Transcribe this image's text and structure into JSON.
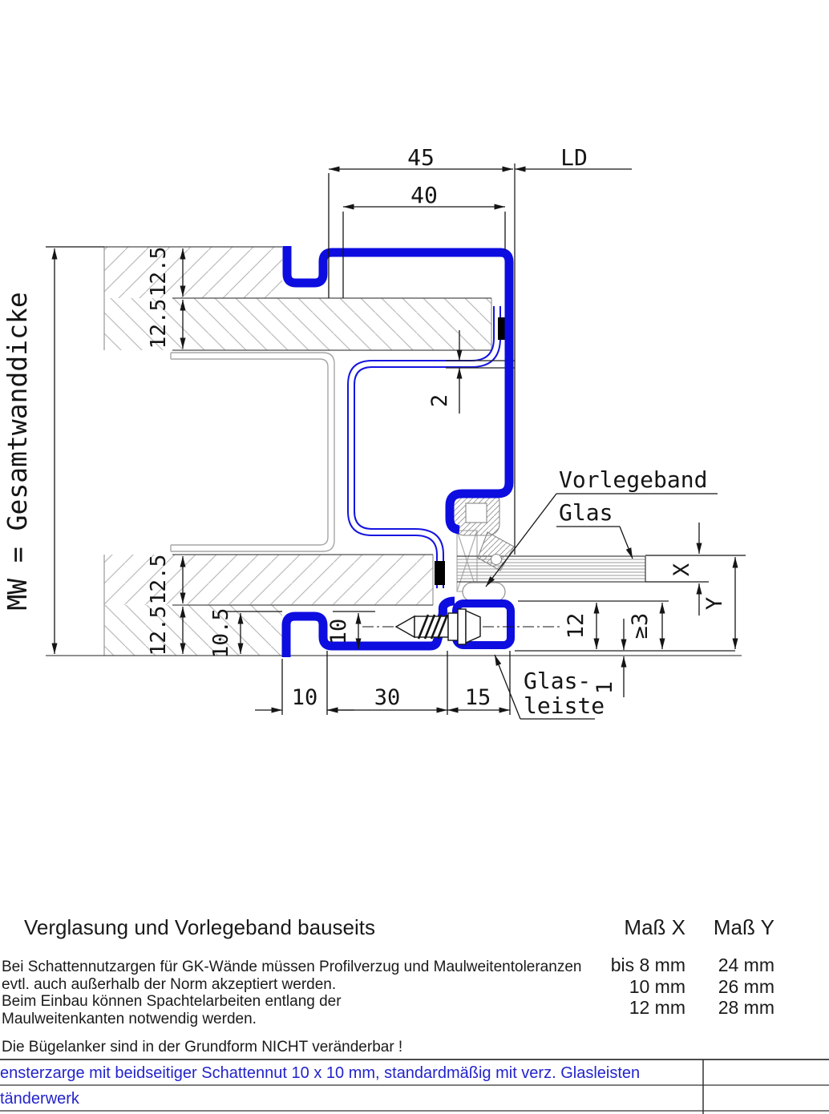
{
  "colors": {
    "profile_blue": "#0d0de0",
    "thin_blue": "#1515e0",
    "line_black": "#151515",
    "hatch_gray": "#bbbbbb",
    "table_text_blue": "#2323cc"
  },
  "dims": {
    "w45": "45",
    "w40": "40",
    "ld": "LD",
    "mw": "MW = Gesamtwanddicke",
    "wall": "12.5",
    "sheet": "2",
    "h105": "10.5",
    "step10": "10",
    "groove10": "10",
    "mid30": "30",
    "bead15": "15",
    "bead12": "12",
    "ge3": "≥3",
    "off1": "1",
    "glass_x": "X",
    "rebate_y": "Y"
  },
  "labels": {
    "vorlegeband": "Vorlegeband",
    "glas": "Glas",
    "glasleiste_line1": "Glas-",
    "glasleiste_line2": "leiste"
  },
  "notes": {
    "heading": "Verglasung und Vorlegeband bauseits",
    "col_x": "Maß X",
    "col_y": "Maß Y",
    "lines": [
      "Bei Schattennutzargen für GK-Wände müssen Profilverzug und Maulweitentoleranzen",
      "evtl. auch außerhalb der Norm akzeptiert werden.",
      "Beim Einbau können Spachtelarbeiten entlang der",
      "Maulweitenkanten notwendig werden."
    ],
    "table": [
      {
        "x": "bis 8 mm",
        "y": "24 mm"
      },
      {
        "x": "10 mm",
        "y": "26 mm"
      },
      {
        "x": "12 mm",
        "y": "28 mm"
      }
    ],
    "warning": "Die Bügelanker sind in der Grundform NICHT veränderbar !"
  },
  "titleblock": {
    "row1": "ensterzarge mit beidseitiger Schattennut 10 x 10 mm, standardmäßig mit verz. Glasleisten",
    "row2": "tänderwerk"
  }
}
